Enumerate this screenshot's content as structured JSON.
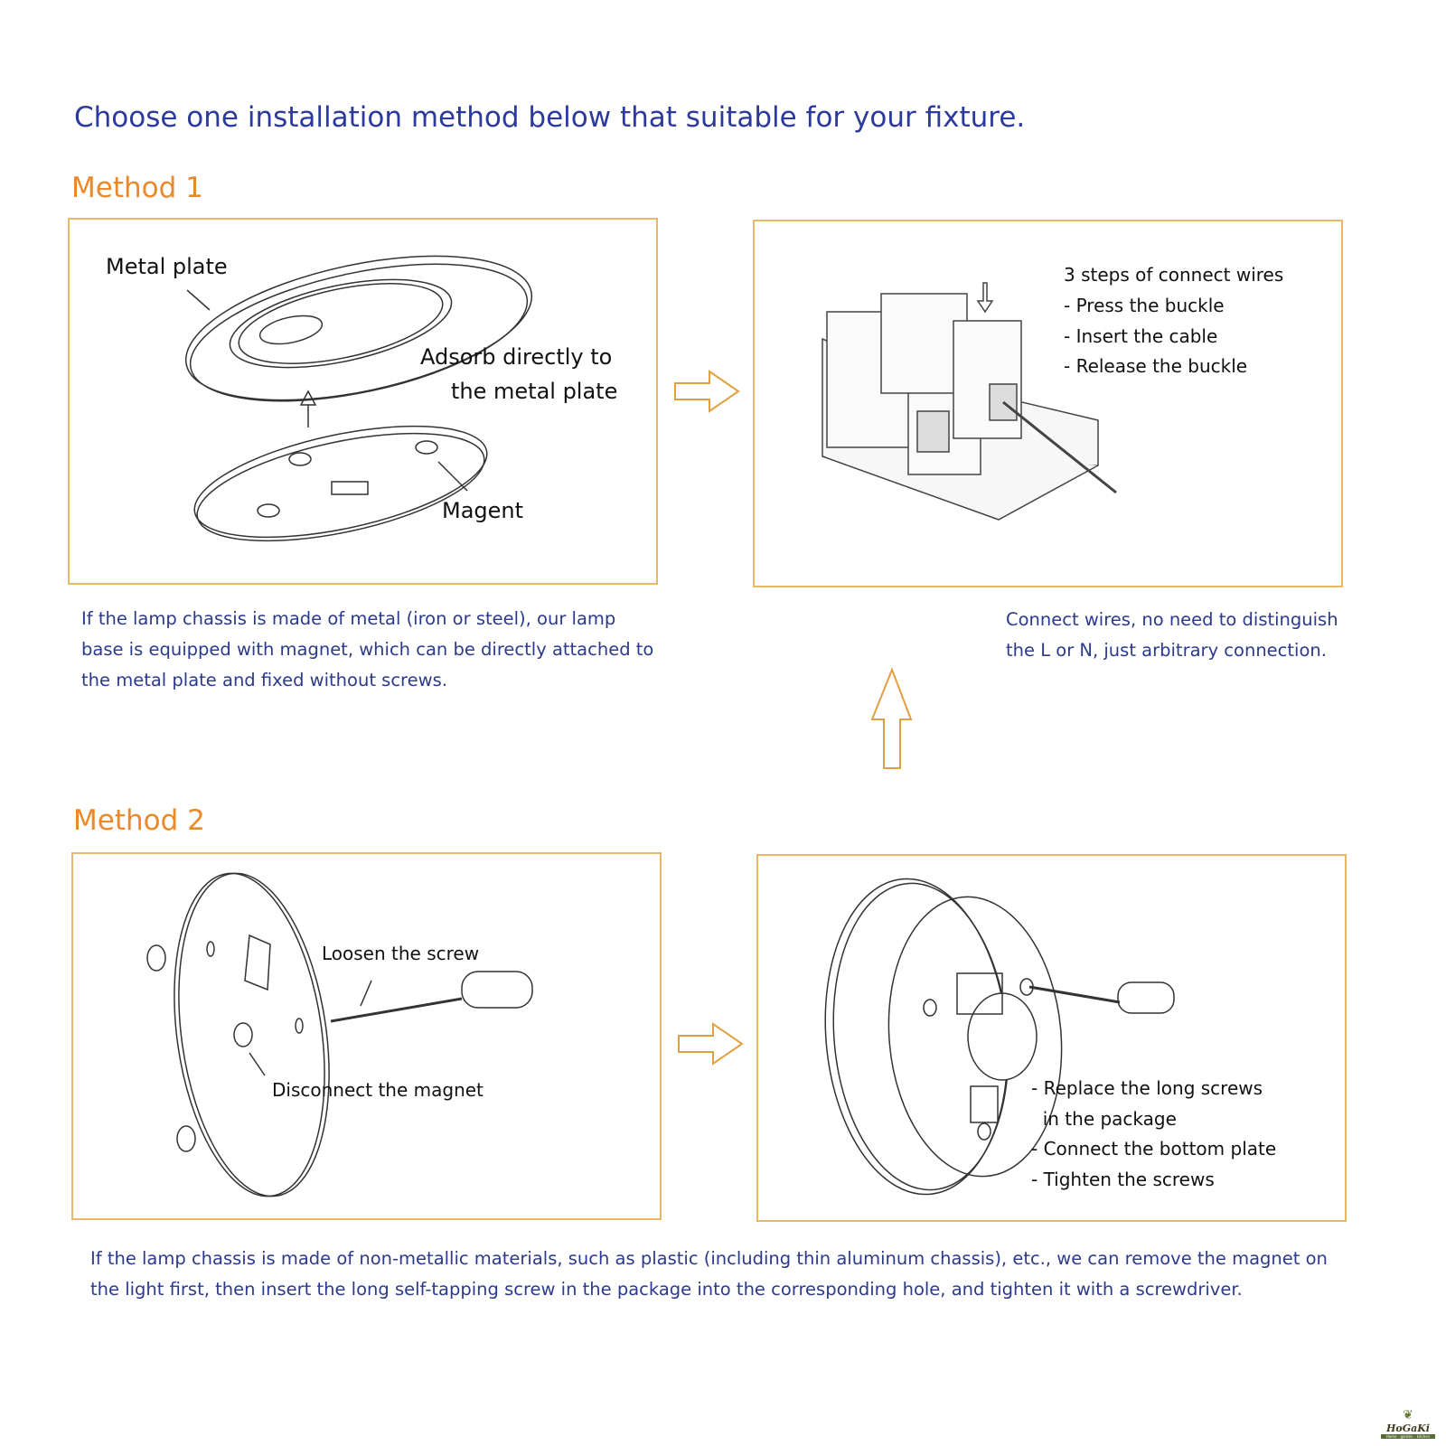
{
  "title": "Choose one installation method below that suitable for your fixture.",
  "method1": {
    "heading": "Method 1",
    "panel_left": {
      "label_plate": "Metal plate",
      "label_adsorb_1": "Adsorb directly to",
      "label_adsorb_2": "the metal plate",
      "label_magnet": "Magent"
    },
    "panel_right": {
      "steps_title": "3 steps of connect wires",
      "steps": [
        "- Press the buckle",
        "- Insert the cable",
        "- Release the buckle"
      ]
    },
    "description": "If the lamp chassis is made of metal (iron or steel), our lamp base is equipped with magnet, which can be directly attached to the metal plate and fixed without screws.",
    "wires_note": "Connect wires, no need to distinguish the L or N, just arbitrary connection."
  },
  "method2": {
    "heading": "Method 2",
    "panel_left": {
      "label_loosen": "Loosen the screw",
      "label_disconnect": "Disconnect the magnet"
    },
    "panel_right": {
      "steps": [
        "- Replace the long screws",
        "  in the package",
        "- Connect the bottom plate",
        "- Tighten the screws"
      ]
    },
    "description": "If the lamp chassis is made of non-metallic materials, such as plastic (including thin aluminum chassis), etc., we can remove the magnet on the light first, then insert the long self-tapping screw in the package into the corresponding hole, and tighten it with a screwdriver."
  },
  "logo": {
    "name": "HoGaKi",
    "tagline": "Home - garden - kitchen"
  },
  "colors": {
    "title": "#2b3a9c",
    "heading": "#e8892a",
    "border": "#e9b866",
    "arrow": "#e0a040"
  }
}
